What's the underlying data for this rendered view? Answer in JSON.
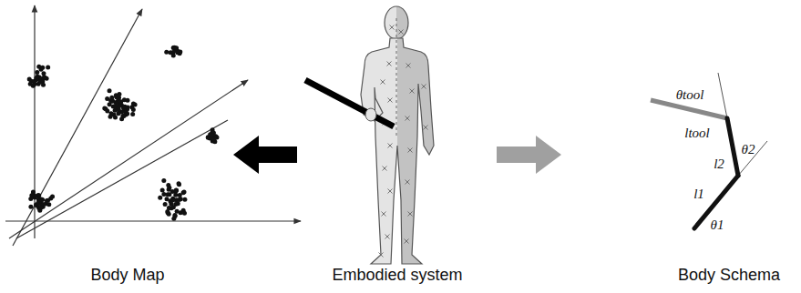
{
  "diagram": {
    "labels": [
      "Body Map",
      "Embodied system",
      "Body Schema",
      "θtool",
      "ltool",
      "θ2",
      "l2",
      "l1",
      "θ1"
    ]
  }
}
